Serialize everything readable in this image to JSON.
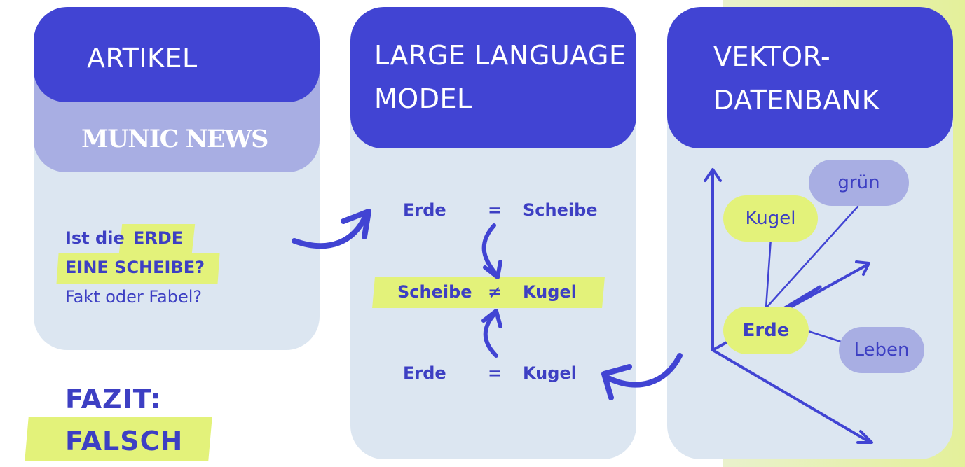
{
  "article": {
    "title": "ARTIKEL",
    "brand": "MUNIC NEWS",
    "headline_line1_a": "Ist die",
    "headline_line1_b": "ERDE",
    "headline_line2": "EINE SCHEIBE?",
    "subline": "Fakt oder Fabel?"
  },
  "llm": {
    "title_line1": "LARGE LANGUAGE",
    "title_line2": "MODEL",
    "row1": {
      "left": "Erde",
      "op": "=",
      "right": "Scheibe"
    },
    "row2": {
      "left": "Scheibe",
      "op": "≠",
      "right": "Kugel"
    },
    "row3": {
      "left": "Erde",
      "op": "=",
      "right": "Kugel"
    }
  },
  "vector_db": {
    "title_line1": "VEKTOR-",
    "title_line2": "DATENBANK",
    "nodes": {
      "kugel": "Kugel",
      "gruen": "grün",
      "erde": "Erde",
      "leben": "Leben"
    }
  },
  "conclusion": {
    "label": "FAZIT:",
    "value": "FALSCH"
  },
  "colors": {
    "primary": "#4144d3",
    "light": "#dce6f1",
    "accent": "#e3f27a",
    "muted": "#a8aee3"
  }
}
